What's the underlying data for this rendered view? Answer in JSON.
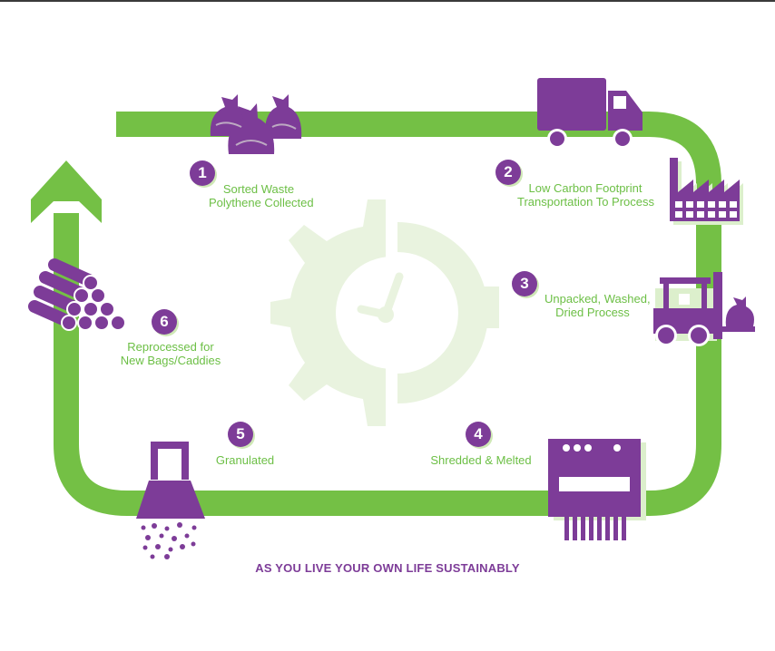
{
  "colors": {
    "green": "#74c045",
    "purple": "#7d3c98",
    "gear": "#e9f3df",
    "badge_shadow": "#cfe8b6"
  },
  "steps": [
    {
      "number": "1",
      "label_line1": "Sorted Waste",
      "label_line2": "Polythene Collected",
      "icon": "rubbish-bags-icon"
    },
    {
      "number": "2",
      "label_line1": "Low Carbon Footprint",
      "label_line2": "Transportation To Process",
      "icon": "truck-icon"
    },
    {
      "number": "3",
      "label_line1": "Unpacked, Washed,",
      "label_line2": "Dried Process",
      "icon": "forklift-icon"
    },
    {
      "number": "4",
      "label_line1": "Shredded & Melted",
      "icon": "shredder-icon"
    },
    {
      "number": "5",
      "label_line1": "Granulated",
      "icon": "granulator-hopper-icon"
    },
    {
      "number": "6",
      "label_line1": "Reprocessed for",
      "label_line2": "New Bags/Caddies",
      "icon": "stacked-pipes-icon"
    }
  ],
  "extra_icons": [
    "factory-icon",
    "gear-clock-icon",
    "up-arrow-icon"
  ],
  "tagline": "AS YOU LIVE YOUR OWN LIFE SUSTAINABLY"
}
